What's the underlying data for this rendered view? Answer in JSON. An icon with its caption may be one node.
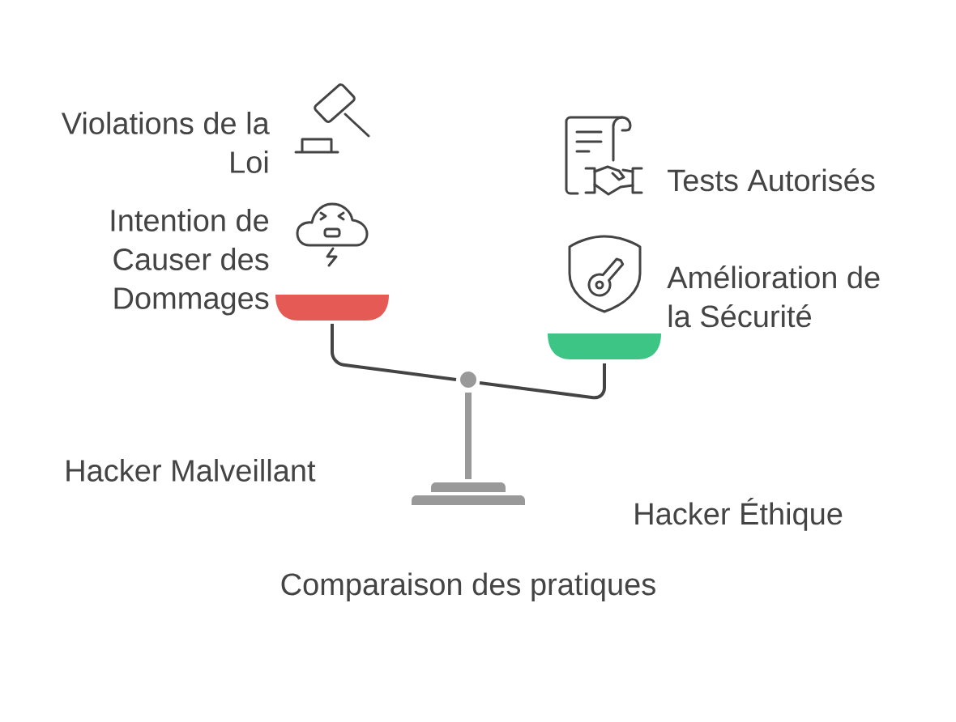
{
  "diagram": {
    "labels": [
      "Violations de la Loi",
      "Tests Autorisés",
      "Intention de Causer des Dommages",
      "Amélioration de la Sécurité",
      "Hacker Malveillant",
      "Hacker Éthique"
    ],
    "caption": "Comparaison des pratiques"
  }
}
